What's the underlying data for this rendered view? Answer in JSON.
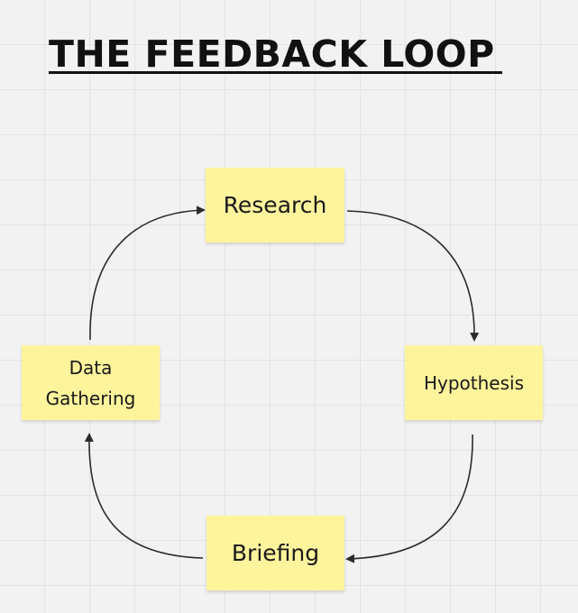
{
  "title": "THE FEEDBACK LOOP",
  "notes": {
    "research": "Research",
    "hypothesis": "Hypothesis",
    "briefing": "Briefing",
    "data_gathering_line1": "Data",
    "data_gathering_line2": "Gathering"
  },
  "colors": {
    "sticky": "#fef49c",
    "arrow": "#2b2b2b",
    "background": "#f2f2f2"
  }
}
